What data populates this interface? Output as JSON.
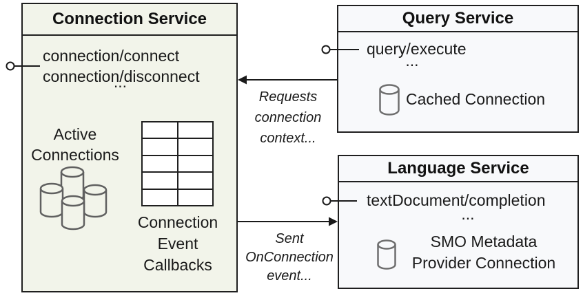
{
  "colors": {
    "connection_box_fill": "#f2f4ea",
    "service_box_fill": "#f8f9fb",
    "border": "#1f1f1f",
    "icon_gray": "#606060"
  },
  "connection_service": {
    "title": "Connection Service",
    "methods": [
      "connection/connect",
      "connection/disconnect"
    ],
    "ellipsis": "...",
    "active_connections_label": "Active Connections",
    "callback_label": "Connection Event Callbacks",
    "callback_grid": {
      "rows": 5,
      "cols": 2
    }
  },
  "query_service": {
    "title": "Query Service",
    "method": "query/execute",
    "ellipsis": "...",
    "cached_connection_label": "Cached Connection"
  },
  "language_service": {
    "title": "Language Service",
    "method": "textDocument/completion",
    "ellipsis": "...",
    "provider_connection_label": "SMO Metadata Provider Connection"
  },
  "arrows": {
    "requests_label": "Requests connection context...",
    "sent_label": "Sent OnConnection event..."
  }
}
